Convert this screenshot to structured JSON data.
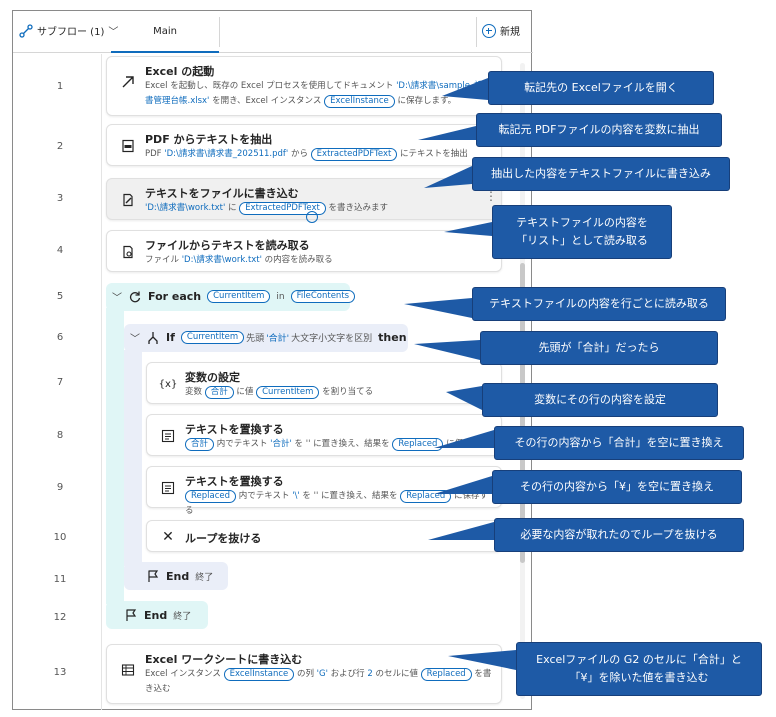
{
  "header": {
    "subflow_label": "サブフロー (1)",
    "main_tab": "Main",
    "new_label": "新規"
  },
  "rows": [
    {
      "ln": "1",
      "title": "Excel の起動",
      "desc_a": "Excel を起動し、既存の Excel プロセスを使用してドキュメント ",
      "path": "'D:\\請求書\\sample_請求書管理台帳.xlsx'",
      "desc_b": " を開き、Excel インスタンス ",
      "var": "ExcelInstance",
      "desc_c": " に保存します。"
    },
    {
      "ln": "2",
      "title": "PDF からテキストを抽出",
      "desc_a": "PDF ",
      "path": "'D:\\請求書\\請求書_202511.pdf'",
      "desc_b": " から ",
      "var": "ExtractedPDFText",
      "desc_c": " にテキストを抽出"
    },
    {
      "ln": "3",
      "title": "テキストをファイルに書き込む",
      "path": "'D:\\請求書\\work.txt'",
      "desc_b": " に ",
      "var": "ExtractedPDFText",
      "desc_c": " を書き込みます"
    },
    {
      "ln": "4",
      "title": "ファイルからテキストを読み取る",
      "desc_a": "ファイル ",
      "path": "'D:\\請求書\\work.txt'",
      "desc_c": " の内容を読み取る"
    },
    {
      "ln": "5",
      "kw": "For each",
      "var1": "CurrentItem",
      "mid": "in",
      "var2": "FileContents"
    },
    {
      "ln": "6",
      "kw": "If",
      "var1": "CurrentItem",
      "mid": "先頭",
      "str": "'合計'",
      "tail": "大文字小文字を区別",
      "kw2": "then"
    },
    {
      "ln": "7",
      "title": "変数の設定",
      "desc_a": "変数 ",
      "var1": "合計",
      "desc_b": " に値 ",
      "var2": "CurrentItem",
      "desc_c": " を割り当てる"
    },
    {
      "ln": "8",
      "title": "テキストを置換する",
      "var1": "合計",
      "desc_a": " 内でテキスト ",
      "str": "'合計'",
      "desc_b": " を '' に置き換え、結果を ",
      "var2": "Replaced",
      "desc_c": " に保存する"
    },
    {
      "ln": "9",
      "title": "テキストを置換する",
      "var1": "Replaced",
      "desc_a": " 内でテキスト ",
      "str": "'\\'",
      "desc_b": " を '' に置き換え、結果を ",
      "var2": "Replaced",
      "desc_c": " に保存する"
    },
    {
      "ln": "10",
      "title": "ループを抜ける"
    },
    {
      "ln": "11",
      "kw": "End",
      "tail": "終了"
    },
    {
      "ln": "12",
      "kw": "End",
      "tail": "終了"
    },
    {
      "ln": "13",
      "title": "Excel ワークシートに書き込む",
      "desc_a": "Excel インスタンス ",
      "var1": "ExcelInstance",
      "desc_b": " の列 ",
      "str1": "'G'",
      "desc_c": " および行 ",
      "num": "2",
      "desc_d": " のセルに値 ",
      "var2": "Replaced",
      "desc_e": " を書き込む"
    }
  ],
  "callouts": [
    "転記先の Excelファイルを開く",
    "転記元 PDFファイルの内容を変数に抽出",
    "抽出した内容をテキストファイルに書き込み",
    "テキストファイルの内容を",
    "「リスト」として読み取る",
    "テキストファイルの内容を行ごとに読み取る",
    "先頭が「合計」だったら",
    "変数にその行の内容を設定",
    "その行の内容から「合計」を空に置き換え",
    "その行の内容から「¥」を空に置き換え",
    "必要な内容が取れたのでループを抜ける",
    "Excelファイルの G2 のセルに「合計」と",
    "「¥」を除いた値を書き込む"
  ],
  "icons": [
    "subflow-icon",
    "chevron-down-icon",
    "plus-icon",
    "arrow-up-right-icon",
    "pdf-icon",
    "edit-file-icon",
    "read-file-icon",
    "loop-icon",
    "branch-icon",
    "variable-icon",
    "replace-text-icon",
    "close-icon",
    "flag-icon",
    "excel-icon"
  ],
  "colors": {
    "accent": "#0f6cbd",
    "loop_bg": "#e0f6f6",
    "if_bg": "#eaeef8",
    "callout_bg": "#1e5aa6"
  }
}
